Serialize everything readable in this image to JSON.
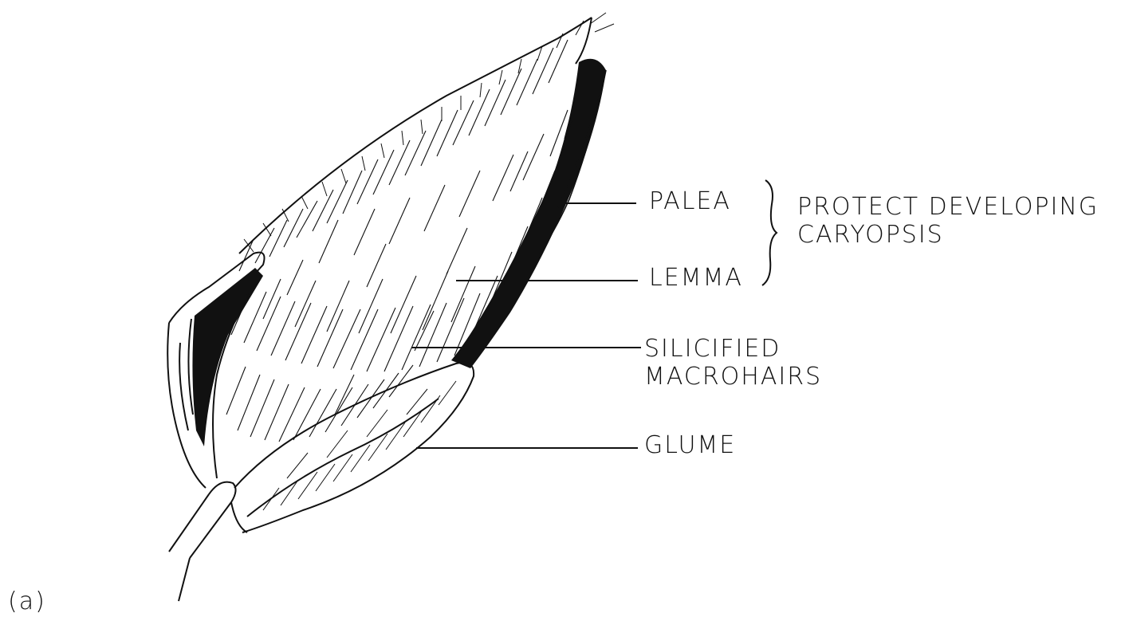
{
  "figure": {
    "panel_label": "(a)",
    "labels": {
      "palea": "PALEA",
      "lemma": "LEMMA",
      "silicified_macrohairs": "SILICIFIED\nMACROHAIRS",
      "glume": "GLUME"
    },
    "bracket_note": "PROTECT DEVELOPING\nCARYOPSIS"
  },
  "colors": {
    "ink": "#111111",
    "background": "#ffffff"
  }
}
